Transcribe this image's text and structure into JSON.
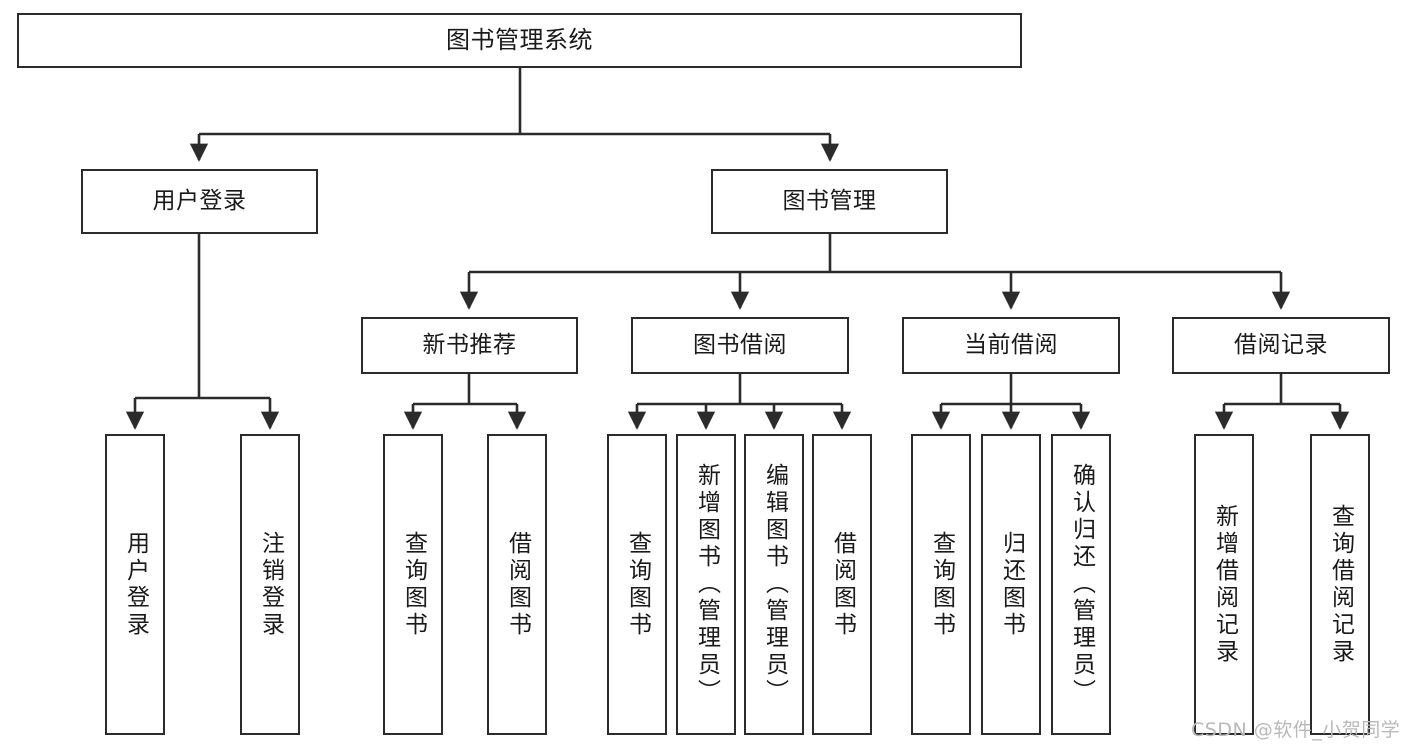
{
  "diagram": {
    "title": "图书管理系统",
    "type": "功能结构图",
    "style": {
      "box_border": "#2b2b2b",
      "box_fill": "#ffffff",
      "line": "#2b2b2b",
      "text": "#1a1a1a",
      "watermark": "#b9b9b9",
      "background": "#ffffff"
    }
  },
  "nodes": {
    "root": {
      "label": "图书管理系统"
    },
    "level2": [
      {
        "id": "user-login",
        "label": "用户登录"
      },
      {
        "id": "book-manage",
        "label": "图书管理"
      }
    ],
    "level3": [
      {
        "id": "new-book-recommend",
        "label": "新书推荐"
      },
      {
        "id": "book-borrow",
        "label": "图书借阅"
      },
      {
        "id": "current-borrow",
        "label": "当前借阅"
      },
      {
        "id": "borrow-record",
        "label": "借阅记录"
      }
    ],
    "leaves": {
      "user_login": [
        {
          "id": "leaf-user-login",
          "label": "用户登录"
        },
        {
          "id": "leaf-logout-login",
          "label": "注销登录"
        }
      ],
      "new_book_recommend": [
        {
          "id": "leaf-query-book-1",
          "label": "查询图书"
        },
        {
          "id": "leaf-borrow-book-1",
          "label": "借阅图书"
        }
      ],
      "book_borrow": [
        {
          "id": "leaf-query-book-2",
          "label": "查询图书"
        },
        {
          "id": "leaf-add-book",
          "label": "新增图书（管理员）"
        },
        {
          "id": "leaf-edit-book",
          "label": "编辑图书（管理员）"
        },
        {
          "id": "leaf-borrow-book-2",
          "label": "借阅图书"
        }
      ],
      "current_borrow": [
        {
          "id": "leaf-query-book-3",
          "label": "查询图书"
        },
        {
          "id": "leaf-return-book",
          "label": "归还图书"
        },
        {
          "id": "leaf-confirm-return",
          "label": "确认归还（管理员）"
        }
      ],
      "borrow_record": [
        {
          "id": "leaf-add-record",
          "label": "新增借阅记录"
        },
        {
          "id": "leaf-query-record",
          "label": "查询借阅记录"
        }
      ]
    }
  },
  "watermark": {
    "text": "CSDN @软件_小贺同学"
  }
}
